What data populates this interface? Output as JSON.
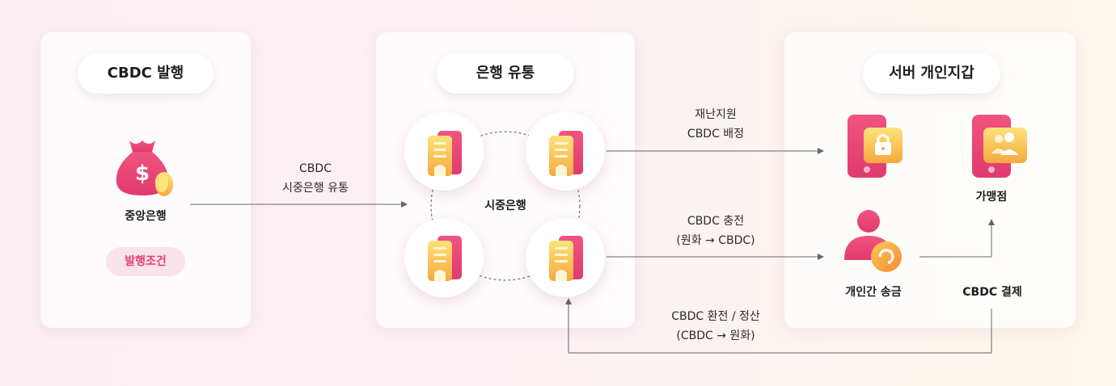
{
  "panels": {
    "issuance": {
      "title": "CBDC 발행",
      "node": "중앙은행",
      "tag": "발행조건"
    },
    "bank": {
      "title": "은행 유통",
      "node": "시중은행"
    },
    "wallet": {
      "title": "서버 개인지갑",
      "transfer": "개인간 송금",
      "merchant": "가맹점",
      "payment": "CBDC 결제"
    }
  },
  "flows": {
    "circulate": [
      "CBDC",
      "시중은행 유통"
    ],
    "allocate": [
      "재난지원",
      "CBDC 배정"
    ],
    "charge": [
      "CBDC 충전",
      "(원화 → CBDC)"
    ],
    "exchange": [
      "CBDC 환전 / 정산",
      "(CBDC → 원화)"
    ]
  },
  "colors": {
    "accent_pink": "#e8457a",
    "accent_yellow": "#f8c64a",
    "accent_orange": "#f49a3a",
    "line": "#666666"
  },
  "icons": [
    "money-bag-icon",
    "bank-building-icon",
    "phone-lock-icon",
    "phone-user-icon",
    "user-refresh-icon"
  ]
}
